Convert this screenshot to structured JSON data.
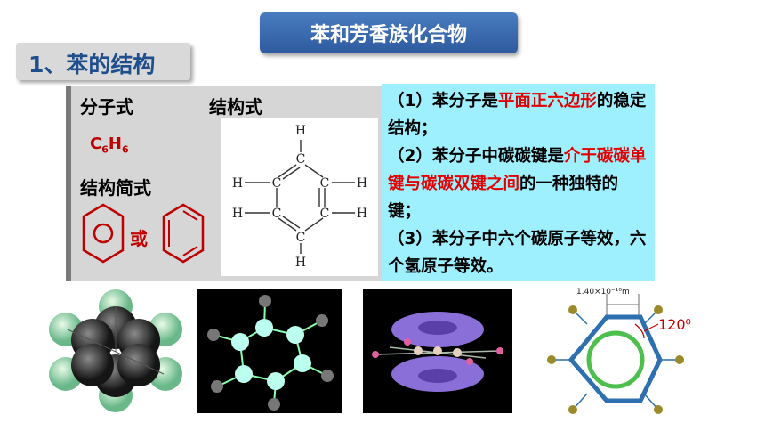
{
  "title": "苯和芳香族化合物",
  "section": "1、苯的结构",
  "left_panel": {
    "molecular_formula_label": "分子式",
    "structural_formula_label": "结构式",
    "simplified_formula_label": "结构简式",
    "formula": {
      "c": "C",
      "c_sub": "6",
      "h": "H",
      "h_sub": "6"
    },
    "or_text": "或"
  },
  "structure": {
    "atom_c": "C",
    "atom_h": "H",
    "dash": "—"
  },
  "right_panel": {
    "p1_a": "（1）苯分子是",
    "p1_b": "平面正六边形",
    "p1_c": "的稳定结构；",
    "p2_a": "（2）苯分子中碳碳键是",
    "p2_b": "介于碳碳单键与碳碳双键之间",
    "p2_c": "的一种独特的键；",
    "p3": "（3）苯分子中六个碳原子等效，六个氢原子等效。"
  },
  "ring_model": {
    "bond_length": "1.40×10⁻¹⁰m",
    "angle": "120⁰"
  },
  "colors": {
    "title_bg": "#3a6bb2",
    "highlight": "#e30000",
    "blue_panel": "#9ff0ff"
  }
}
